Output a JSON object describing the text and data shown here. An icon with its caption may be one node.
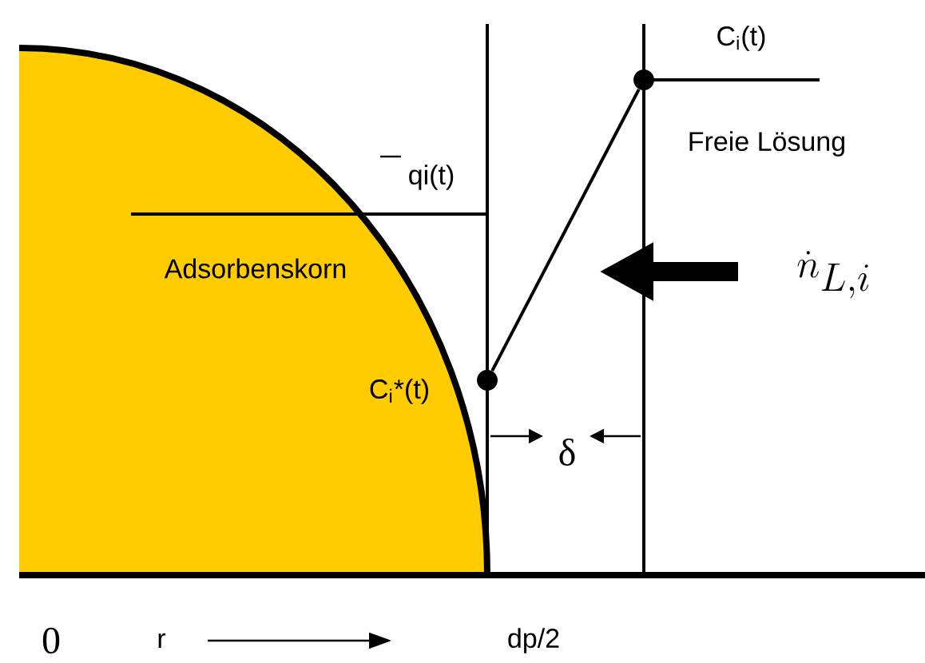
{
  "diagram": {
    "nodes": [
      {
        "text": [
          "Adsorbenskorn"
        ]
      },
      {
        "text": [],
        "shape": "circle",
        "beside": [
          "C$_{i}$(t)"
        ]
      },
      {
        "text": [],
        "shape": "circle",
        "beside": [
          "C$_{i}$*(t)"
        ]
      }
    ],
    "edges": [
      {
        "from": 2,
        "to": 1,
        "arrow": "none"
      }
    ],
    "labels": [
      "qi(t)",
      "Freie Lösung",
      "\\dot{n}_{L,i}",
      "δ",
      "0",
      "r",
      "dp/2"
    ]
  }
}
